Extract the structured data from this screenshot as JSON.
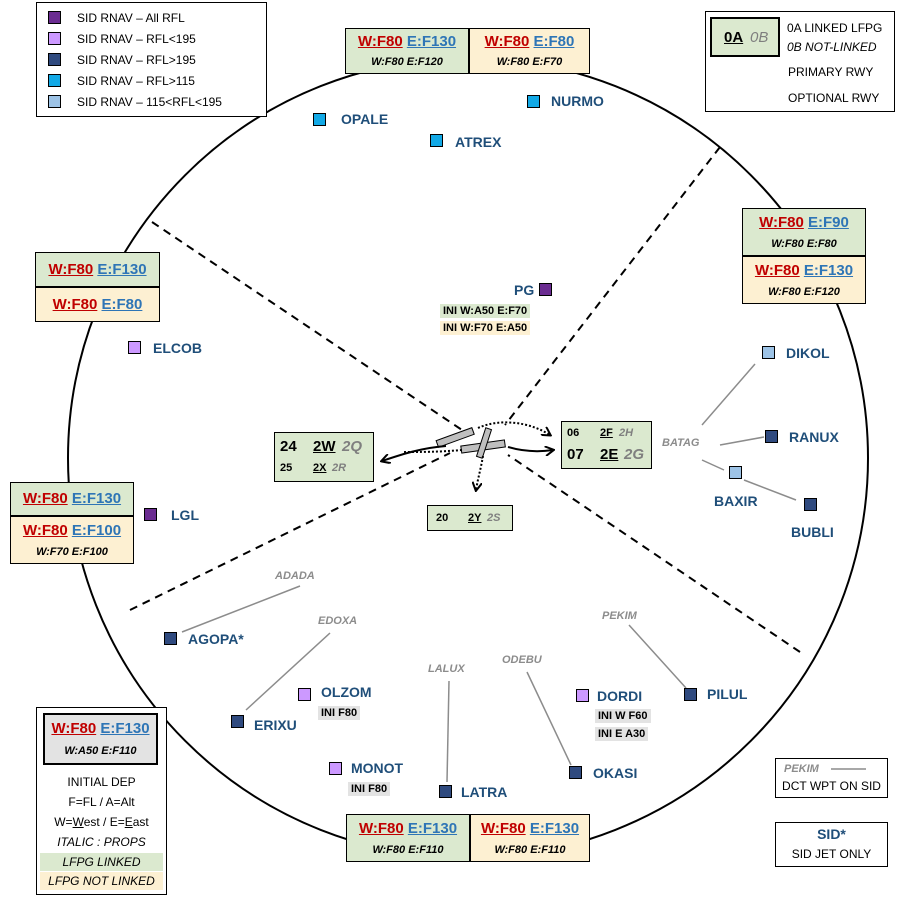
{
  "legend_sid": {
    "items": [
      {
        "label": "SID RNAV – All RFL",
        "color": "#6b2c91"
      },
      {
        "label": "SID RNAV – RFL<195",
        "color": "#cc99ff"
      },
      {
        "label": "SID RNAV – RFL>195",
        "color": "#2f4a7f"
      },
      {
        "label": "SID RNAV – RFL>115",
        "color": "#12a9e6"
      },
      {
        "label": "SID RNAV – 115<RFL<195",
        "color": "#9dc3e6"
      }
    ]
  },
  "legend_rwy": {
    "code_linked": "0A",
    "code_not_linked": "0B",
    "linked_text": "0A LINKED LFPG",
    "not_linked_text": "0B NOT-LINKED",
    "primary_label": "PRIMARY RWY",
    "optional_label": "OPTIONAL RWY"
  },
  "sectors": {
    "north": {
      "left": {
        "w": "W:F80",
        "e": "E:F130",
        "sub": "W:F80 E:F120"
      },
      "right": {
        "w": "W:F80",
        "e": "E:F80",
        "sub": "W:F80 E:F70"
      }
    },
    "east": {
      "top": {
        "w": "W:F80",
        "e": "E:F90",
        "sub": "W:F80 E:F80"
      },
      "bottom": {
        "w": "W:F80",
        "e": "E:F130",
        "sub": "W:F80 E:F120"
      }
    },
    "northwest": {
      "top": {
        "w": "W:F80",
        "e": "E:F130"
      },
      "bottom": {
        "w": "W:F80",
        "e": "E:F80"
      }
    },
    "west": {
      "top": {
        "w": "W:F80",
        "e": "E:F130"
      },
      "bottom": {
        "w": "W:F80",
        "e": "E:F100",
        "sub": "W:F70 E:F100"
      }
    },
    "south": {
      "left": {
        "w": "W:F80",
        "e": "E:F130",
        "sub": "W:F80 E:F110"
      },
      "right": {
        "w": "W:F80",
        "e": "E:F130",
        "sub": "W:F80 E:F110"
      }
    }
  },
  "waypoints": [
    {
      "name": "OPALE",
      "color": "#12a9e6"
    },
    {
      "name": "ATREX",
      "color": "#12a9e6"
    },
    {
      "name": "NURMO",
      "color": "#12a9e6"
    },
    {
      "name": "PG",
      "color": "#6b2c91"
    },
    {
      "name": "ELCOB",
      "color": "#cc99ff"
    },
    {
      "name": "LGL",
      "color": "#6b2c91"
    },
    {
      "name": "DIKOL",
      "color": "#9dc3e6"
    },
    {
      "name": "RANUX",
      "color": "#2f4a7f"
    },
    {
      "name": "BAXIR",
      "color": "#9dc3e6"
    },
    {
      "name": "BUBLI",
      "color": "#2f4a7f"
    },
    {
      "name": "AGOPA*",
      "color": "#2f4a7f"
    },
    {
      "name": "OLZOM",
      "color": "#cc99ff"
    },
    {
      "name": "ERIXU",
      "color": "#2f4a7f"
    },
    {
      "name": "MONOT",
      "color": "#cc99ff"
    },
    {
      "name": "LATRA",
      "color": "#2f4a7f"
    },
    {
      "name": "DORDI",
      "color": "#cc99ff"
    },
    {
      "name": "OKASI",
      "color": "#2f4a7f"
    },
    {
      "name": "PILUL",
      "color": "#2f4a7f"
    }
  ],
  "dct_labels": [
    "BATAG",
    "ADADA",
    "EDOXA",
    "LALUX",
    "ODEBU",
    "PEKIM"
  ],
  "pg_notes": [
    "INI W:A50 E:F70",
    "INI W:F70 E:A50"
  ],
  "ini_notes": {
    "olzom": "INI F80",
    "monot": "INI F80",
    "dordi_1": "INI W F60",
    "dordi_2": "INI E A30"
  },
  "runways": {
    "west": {
      "r1": "24",
      "c1": "2W",
      "p1": "2Q",
      "r2": "25",
      "c2": "2X",
      "p2": "2R"
    },
    "east": {
      "r1": "06",
      "c1": "2F",
      "p1": "2H",
      "r2": "07",
      "c2": "2E",
      "p2": "2G"
    },
    "south": {
      "r1": "20",
      "c1": "2Y",
      "p1": "2S"
    }
  },
  "legend_bottom": {
    "w": "W:F80",
    "e": "E:F130",
    "sub": "W:A50 E:F110",
    "line1": "INITIAL DEP",
    "line2": "F=FL / A=Alt",
    "line3_w": "W",
    "line3_mid": "est / E=",
    "line3_e": "E",
    "line3_end": "ast",
    "line3_pre": "W=",
    "line4": "ITALIC : PROPS",
    "linked": "LFPG LINKED",
    "not_linked": "LFPG NOT LINKED"
  },
  "legend_dct": {
    "example": "PEKIM",
    "label": "DCT WPT ON SID"
  },
  "legend_sid_jet": {
    "title": "SID*",
    "label": "SID JET ONLY"
  }
}
